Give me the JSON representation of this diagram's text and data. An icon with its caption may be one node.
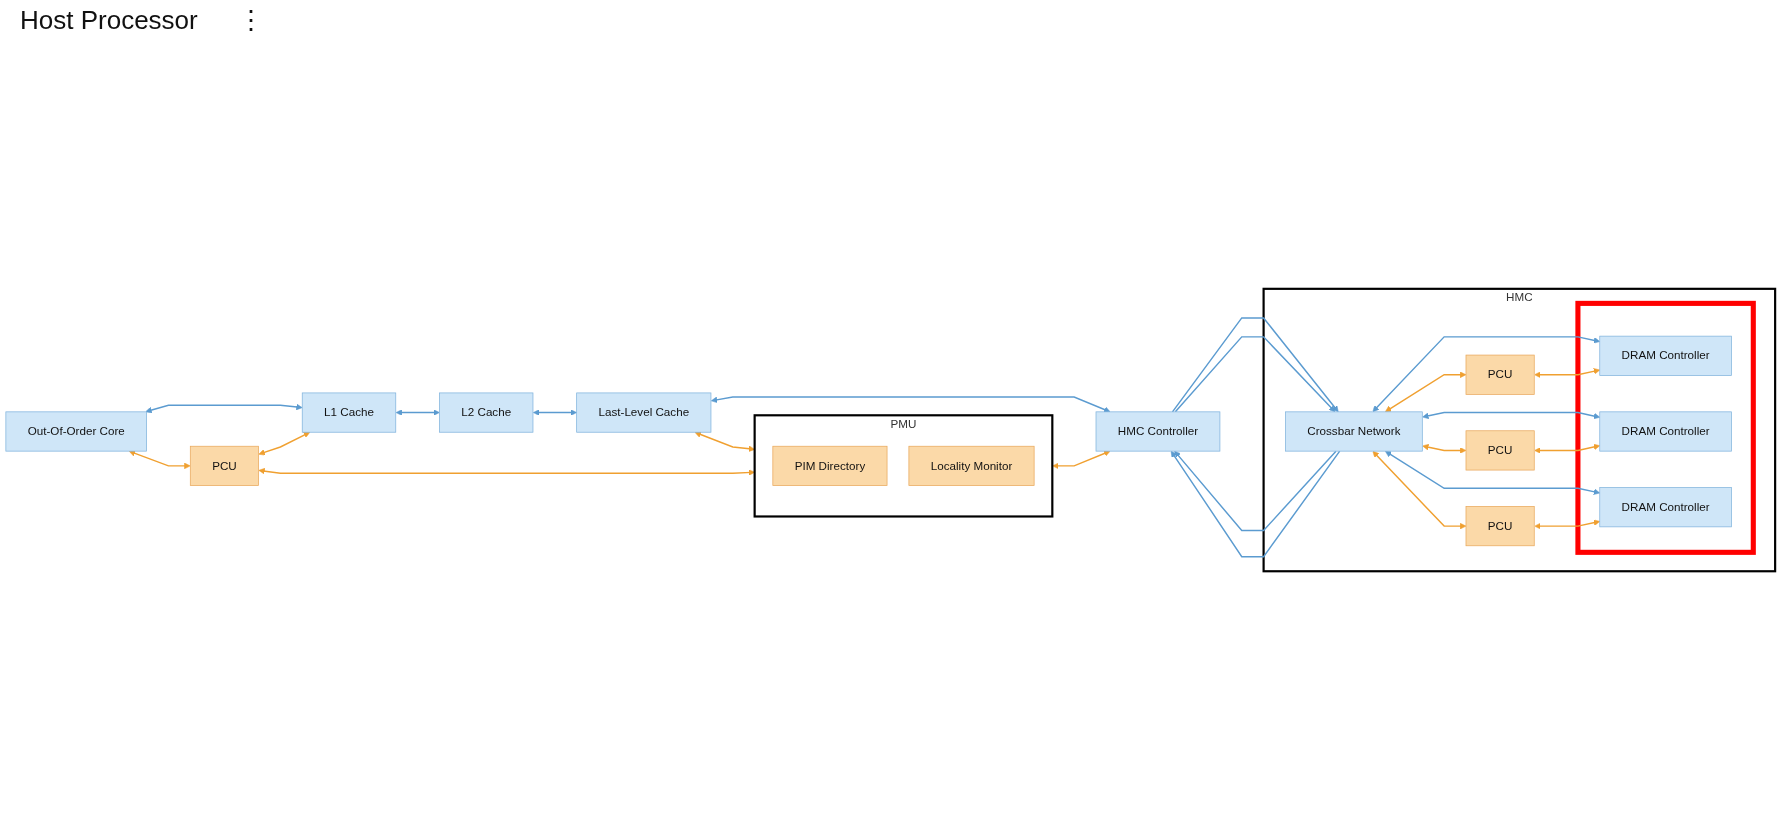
{
  "diagram": {
    "nodes": [
      {
        "text": [
          "Out-Of-Order Core"
        ]
      },
      {
        "text": [
          "L1 Cache"
        ]
      },
      {
        "text": [
          "L2 Cache"
        ]
      },
      {
        "text": [
          "Last-Level Cache"
        ]
      },
      {
        "text": [
          "HMC Controller"
        ]
      },
      {
        "text": [
          "PCU"
        ]
      },
      {
        "text": [
          "PMU"
        ]
      },
      {
        "text": [
          "PIM Directory"
        ],
        "in": 6
      },
      {
        "text": [
          "Locality Monitor"
        ],
        "in": 6
      },
      {
        "text": [
          "HMC"
        ]
      },
      {
        "text": [
          "Crossbar Network"
        ],
        "in": 9
      },
      {
        "text": [],
        "shape": "box",
        "in": 9
      },
      {
        "text": [
          "DRAM Controller"
        ],
        "in": 11
      },
      {
        "text": [
          "PCU"
        ],
        "in": 9
      },
      {
        "text": [
          "DRAM Controller"
        ],
        "in": 11
      },
      {
        "text": [
          "PCU"
        ],
        "in": 9
      },
      {
        "text": [
          "DRAM Controller"
        ],
        "in": 11
      },
      {
        "text": [
          "PCU"
        ],
        "in": 9
      }
    ],
    "edges": [
      {
        "from": 0,
        "to": 1,
        "arrow": "both"
      },
      {
        "from": 0,
        "to": 5,
        "arrow": "both",
        "color": "#f0a030"
      },
      {
        "from": 5,
        "to": 1,
        "arrow": "both",
        "color": "#f0a030"
      },
      {
        "from": 1,
        "to": 2,
        "arrow": "both"
      },
      {
        "from": 2,
        "to": 3,
        "arrow": "both"
      },
      {
        "from": 3,
        "to": 4,
        "arrow": "both"
      },
      {
        "from": 3,
        "to": 6,
        "arrow": "both",
        "color": "#f0a030"
      },
      {
        "from": 5,
        "to": 6,
        "arrow": "both",
        "color": "#f0a030"
      },
      {
        "from": 6,
        "to": 4,
        "arrow": "both",
        "color": "#f0a030"
      },
      {
        "from": 4,
        "to": 10,
        "arrow": "to"
      },
      {
        "from": 4,
        "to": 10,
        "arrow": "to"
      },
      {
        "from": 10,
        "to": 4,
        "arrow": "to"
      },
      {
        "from": 10,
        "to": 4,
        "arrow": "to"
      },
      {
        "from": 10,
        "to": 12,
        "arrow": "both"
      },
      {
        "from": 10,
        "to": 13,
        "arrow": "both",
        "color": "#f0a030"
      },
      {
        "from": 13,
        "to": 12,
        "arrow": "both",
        "color": "#f0a030"
      },
      {
        "from": 10,
        "to": 14,
        "arrow": "both"
      },
      {
        "from": 10,
        "to": 15,
        "arrow": "both",
        "color": "#f0a030"
      },
      {
        "from": 15,
        "to": 14,
        "arrow": "both",
        "color": "#f0a030"
      },
      {
        "from": 10,
        "to": 16,
        "arrow": "both"
      },
      {
        "from": 10,
        "to": 17,
        "arrow": "both",
        "color": "#f0a030"
      },
      {
        "from": 17,
        "to": 16,
        "arrow": "both",
        "color": "#f0a030"
      }
    ],
    "labels": [
      "Host Processor",
      "⋮"
    ]
  }
}
